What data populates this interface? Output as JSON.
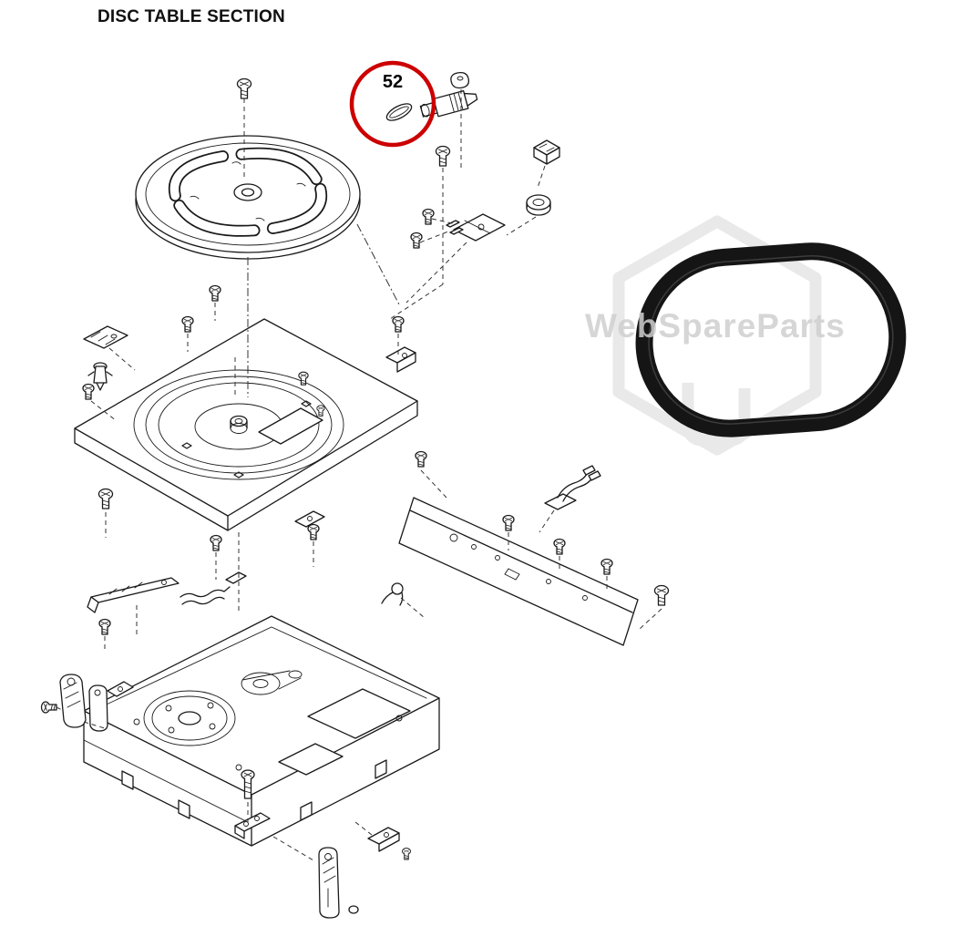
{
  "page": {
    "title": "DISC TABLE SECTION"
  },
  "callout": {
    "part_number": "52",
    "color": "#cc0000"
  },
  "watermark": {
    "text": "WebSpareParts",
    "color": "#d0d0d0",
    "logo": "hexagon-shield-icon"
  },
  "belt": {
    "color": "#151515"
  },
  "diagram": {
    "ink": "#1a1a1a",
    "type": "exploded-parts-diagram"
  }
}
